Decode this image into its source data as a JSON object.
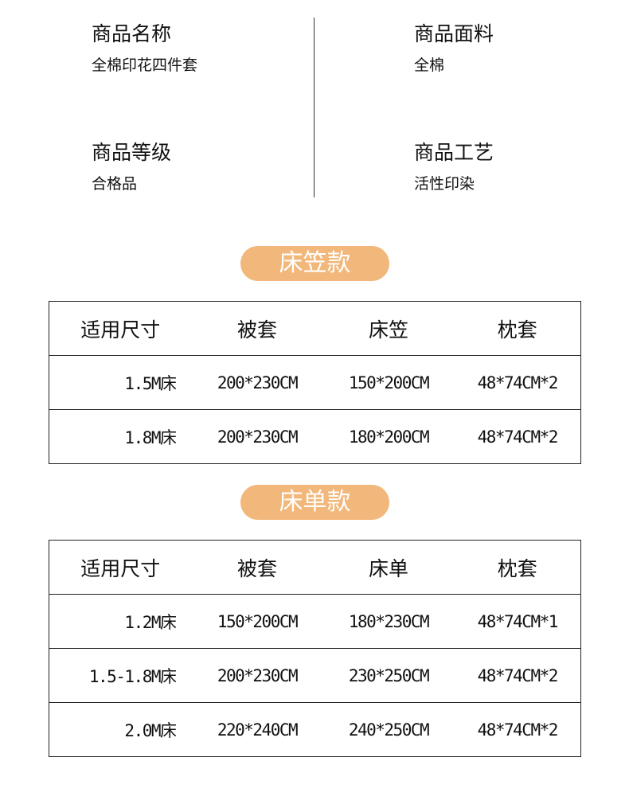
{
  "attributes": [
    {
      "title": "商品名称",
      "value": "全棉印花四件套"
    },
    {
      "title": "商品面料",
      "value": "全棉"
    },
    {
      "title": "商品等级",
      "value": "合格品"
    },
    {
      "title": "商品工艺",
      "value": "活性印染"
    }
  ],
  "colors": {
    "pill": "#F2B77A",
    "pill_text": "#FFFFFF",
    "border": "#222222"
  },
  "fitted": {
    "label": "床笠款",
    "headers": [
      "适用尺寸",
      "被套",
      "床笠",
      "枕套"
    ],
    "rows": [
      [
        "1.5M床",
        "200*230CM",
        "150*200CM",
        "48*74CM*2"
      ],
      [
        "1.8M床",
        "200*230CM",
        "180*200CM",
        "48*74CM*2"
      ]
    ]
  },
  "sheet": {
    "label": "床单款",
    "headers": [
      "适用尺寸",
      "被套",
      "床单",
      "枕套"
    ],
    "rows": [
      [
        "1.2M床",
        "150*200CM",
        "180*230CM",
        "48*74CM*1"
      ],
      [
        "1.5-1.8M床",
        "200*230CM",
        "230*250CM",
        "48*74CM*2"
      ],
      [
        "2.0M床",
        "220*240CM",
        "240*250CM",
        "48*74CM*2"
      ]
    ]
  }
}
